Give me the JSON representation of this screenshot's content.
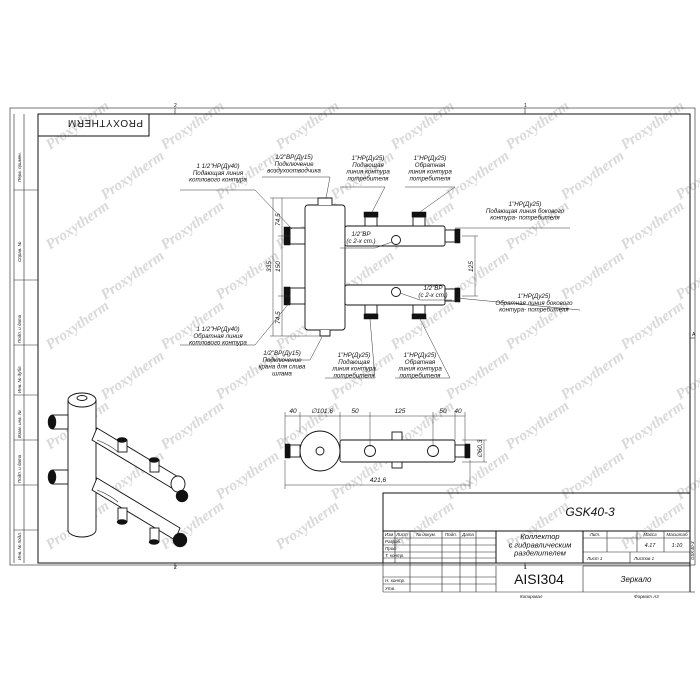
{
  "brand": "PROXYTHERM",
  "watermark": "Proxytherm",
  "model": "GSK40-3",
  "title_block": {
    "name": "Коллектор\nс гидравлическим\nразделителем",
    "material": "AISI304",
    "finish": "Зеркало",
    "mass_label": "Масса",
    "scale_label": "Масштаб",
    "lit_label": "Лит.",
    "mass": "4.17",
    "scale": "1:10",
    "sheet": "Лист 1",
    "sheets": "Листов 1",
    "col_headers": [
      "Изм",
      "Лист",
      "№ докум.",
      "Подп.",
      "Дата"
    ],
    "roles": [
      "Разраб.",
      "Пров.",
      "Т. контр.",
      "",
      "Н. контр.",
      "Утв."
    ],
    "copied": "Копировал",
    "format": "Формат А3",
    "side_code": "GSK40-3"
  },
  "frame": {
    "zone_top_left": "2",
    "zone_top_right": "1",
    "zone_right": "A",
    "zone_bottom_left": "2",
    "zone_bottom_right": "1",
    "side_labels": [
      "Перв. примен.",
      "Справ. №",
      "Подп. и дата",
      "Инв. № дубл.",
      "Взам. инв. №",
      "Подп. и дата",
      "Инв. № подл."
    ]
  },
  "callouts": {
    "supply_boiler": "1 1/2\"НР(Ду40)\nПодающая линия\nкотлового контура",
    "air_vent": "1/2\"ВР(Ду15)\nПодключение\nвоздухоотводчика",
    "supply_consumer": "1\"НР(Ду25)\nПодающая\nлиния контура\nпотребителя",
    "return_consumer_top": "1\"НР(Ду25)\nОбратная\nлиния контура\nпотребителя",
    "supply_side": "1\"НР(Ду25)\nПодающая линия бокового\nконтура- потребителя",
    "bypass_top": "1/2\"ВР\n(с 2-х ст.)",
    "bypass_bottom": "1/2\"ВР\n(с 2-х ст.)",
    "return_side": "1\"НР(Ду25)\nОбратная линия бокового\nконтура- потребителя",
    "return_boiler": "1 1/2\"НР(Ду40)\nОбратная линия\nкотлового контура",
    "drain": "1/2\"ВР(Ду15)\nПодключение\nкрана для слива\nшлама",
    "supply_consumer_bottom": "1\"НР(Ду25)\nПодающая\nлиния контура\nпотребителя",
    "return_consumer_bottom": "1\"НР(Ду25)\nОбратная\nлиния контура\nпотребителя"
  },
  "dimensions": {
    "h_total": "335",
    "h_top": "74,5",
    "h_mid": "150",
    "h_bot": "74,5",
    "h_right": "125",
    "b_40_left": "40",
    "b_dia": "∅101,6",
    "b_50_left": "50",
    "b_125": "125",
    "b_50_right": "50",
    "b_40_right": "40",
    "b_total": "421,6",
    "b_height": "∅60,3"
  }
}
